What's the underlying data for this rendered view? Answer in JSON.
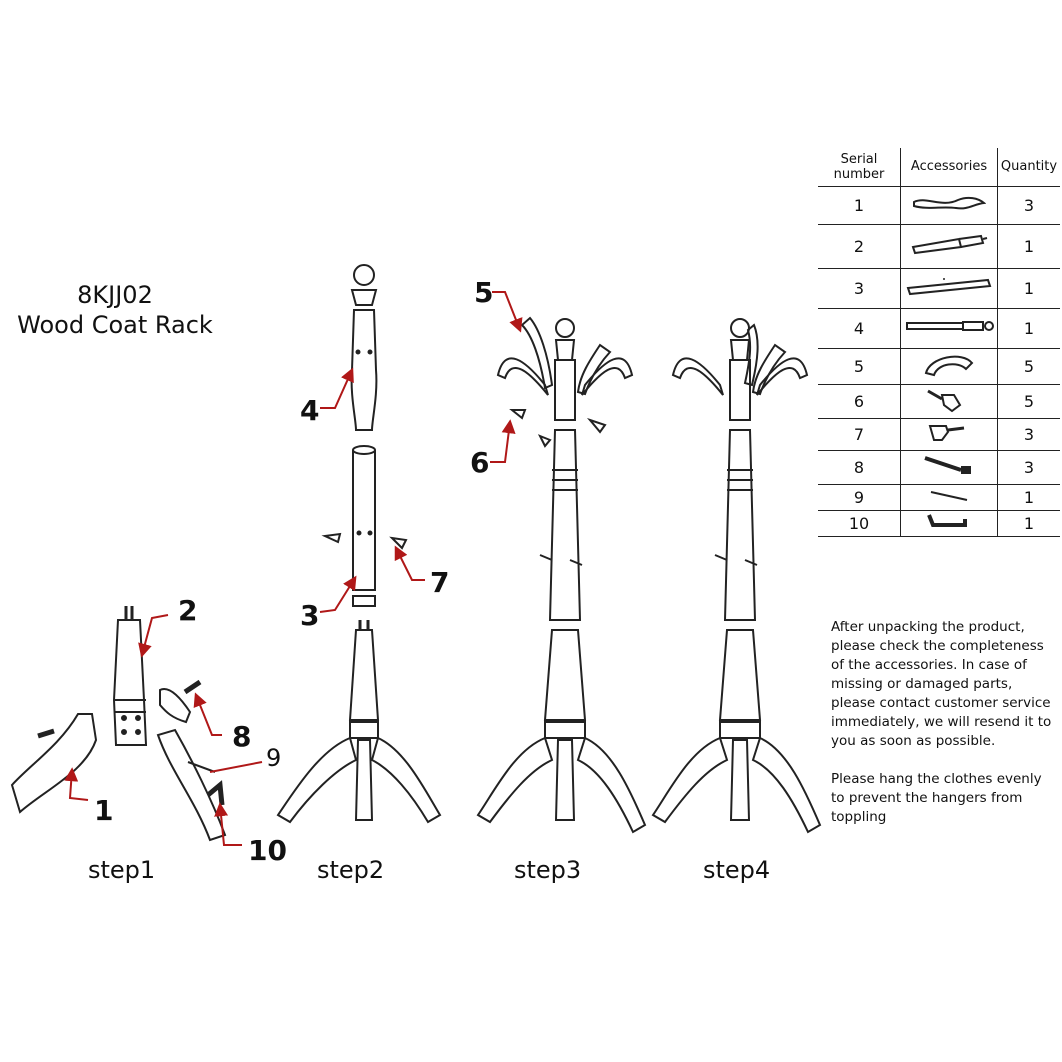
{
  "product": {
    "code": "8KJJ02",
    "name": "Wood Coat Rack"
  },
  "steps": [
    "step1",
    "step2",
    "step3",
    "step4"
  ],
  "callouts": {
    "c1": "1",
    "c2": "2",
    "c3": "3",
    "c4": "4",
    "c5": "5",
    "c6": "6",
    "c7": "7",
    "c8": "8",
    "c9": "9",
    "c10": "10"
  },
  "table": {
    "headers": {
      "serial": "Serial\nnumber",
      "accessories": "Accessories",
      "quantity": "Quantity"
    },
    "rows": [
      {
        "serial": "1",
        "quantity": "3",
        "icon": "curved-leg-icon"
      },
      {
        "serial": "2",
        "quantity": "1",
        "icon": "base-post-icon"
      },
      {
        "serial": "3",
        "quantity": "1",
        "icon": "middle-pole-icon"
      },
      {
        "serial": "4",
        "quantity": "1",
        "icon": "top-pole-icon"
      },
      {
        "serial": "5",
        "quantity": "5",
        "icon": "curved-hook-icon"
      },
      {
        "serial": "6",
        "quantity": "5",
        "icon": "peg-with-screw-icon"
      },
      {
        "serial": "7",
        "quantity": "3",
        "icon": "small-peg-icon"
      },
      {
        "serial": "8",
        "quantity": "3",
        "icon": "bolt-icon"
      },
      {
        "serial": "9",
        "quantity": "1",
        "icon": "pin-icon"
      },
      {
        "serial": "10",
        "quantity": "1",
        "icon": "allen-key-icon"
      }
    ]
  },
  "notices": {
    "check": "After unpacking the product, please check the completeness of the accessories. In case of missing or damaged parts, please contact customer service immediately, we will resend it to you as soon as possible.",
    "hang": "Please hang the clothes evenly to prevent the hangers from toppling"
  },
  "colors": {
    "line": "#222222",
    "arrow": "#b01818",
    "text": "#111111"
  }
}
